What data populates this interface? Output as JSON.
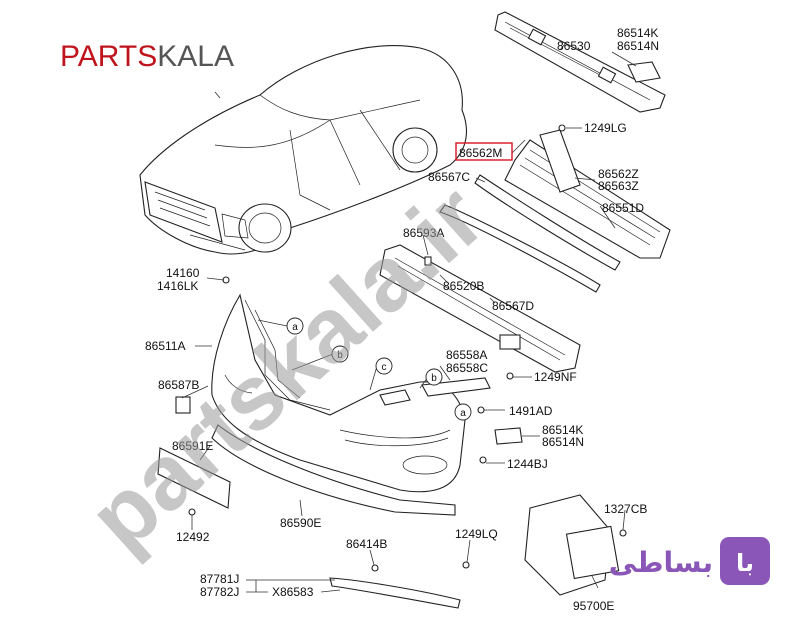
{
  "brand": {
    "part1": "PARTS",
    "part2": "KALA",
    "color_primary": "#c0141d",
    "color_secondary": "#555555"
  },
  "watermark": {
    "text": "partskala.ir"
  },
  "badge": {
    "icon_text": "با",
    "text": "بساطی",
    "color": "#8a56b8"
  },
  "labels": {
    "l86530": "86530",
    "l86514K_top": "86514K",
    "l86514N_top": "86514N",
    "l1249LG": "1249LG",
    "l86562M": "86562M",
    "l86567C": "86567C",
    "l86562Z": "86562Z",
    "l86563Z": "86563Z",
    "l86551D": "86551D",
    "l86593A": "86593A",
    "l86520B": "86520B",
    "l86567D": "86567D",
    "l14160": "14160",
    "l1416LK": "1416LK",
    "l86511A": "86511A",
    "l86587B": "86587B",
    "l86558A": "86558A",
    "l86558C": "86558C",
    "l1249NF": "1249NF",
    "l1491AD": "1491AD",
    "l86514K_mid": "86514K",
    "l86514N_mid": "86514N",
    "l86591E": "86591E",
    "l1244BJ": "1244BJ",
    "l1327CB": "1327CB",
    "l12492": "12492",
    "l86590E": "86590E",
    "l86414B": "86414B",
    "l1249LQ": "1249LQ",
    "l87781J": "87781J",
    "l87782J": "87782J",
    "lX86583": "X86583",
    "l95700E": "95700E"
  },
  "callouts": {
    "a": "a",
    "b": "b",
    "c": "c"
  },
  "highlight_color": "#d9141d"
}
